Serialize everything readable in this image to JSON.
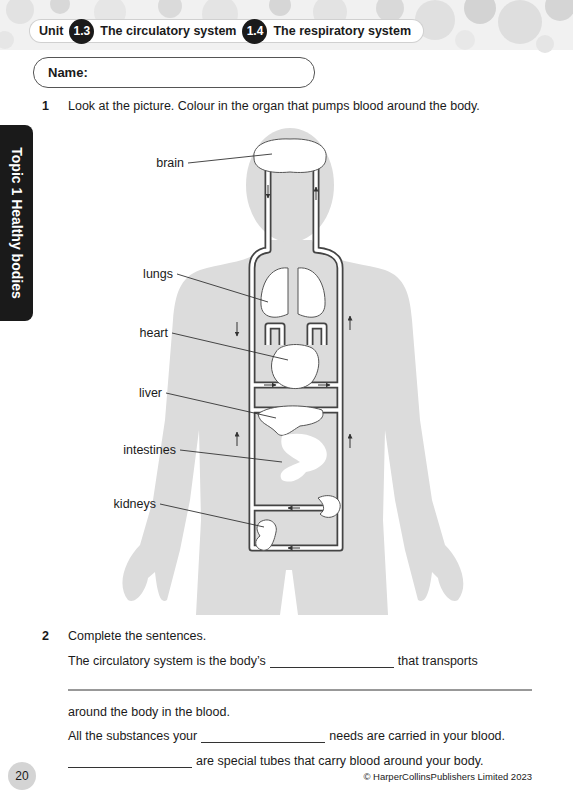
{
  "diagram": {
    "nodes": [
      {
        "text": [
          "Unit",
          "The circulatory system",
          "The respiratory system"
        ]
      },
      {
        "text": [
          "1.3"
        ],
        "in": 0
      },
      {
        "text": [
          "1.4"
        ],
        "in": 0
      },
      {
        "text": [
          "Name:"
        ]
      },
      {
        "text": [
          "Topic 1 Healthy bodies"
        ]
      },
      {
        "text": [
          "20"
        ]
      }
    ],
    "labels": [
      "1",
      "Look at the picture. Colour in the organ that pumps blood around the body.",
      "brain",
      "lungs",
      "heart",
      "liver",
      "intestines",
      "kidneys",
      "2",
      "Complete the sentences.",
      "The circulatory system is the body’s",
      "that transports",
      "around the body in the blood.",
      "All the substances your",
      "needs are carried in your blood.",
      "are special tubes that carry blood around your body.",
      "© HarperCollinsPublishers Limited 2023"
    ]
  }
}
